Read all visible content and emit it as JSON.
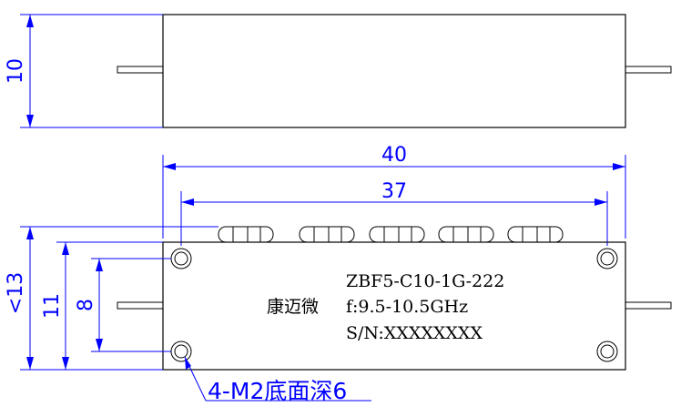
{
  "dimensions": {
    "height_side": "10",
    "length_overall": "40",
    "hole_spacing_x": "37",
    "width_overall": "<13",
    "width_inner": "11",
    "hole_spacing_y": "8"
  },
  "label": {
    "model": "ZBF5-C10-1G-222",
    "brand": "康迈微",
    "frequency": "f:9.5-10.5GHz",
    "serial": "S/N:XXXXXXXX"
  },
  "note": "4-M2底面深6"
}
